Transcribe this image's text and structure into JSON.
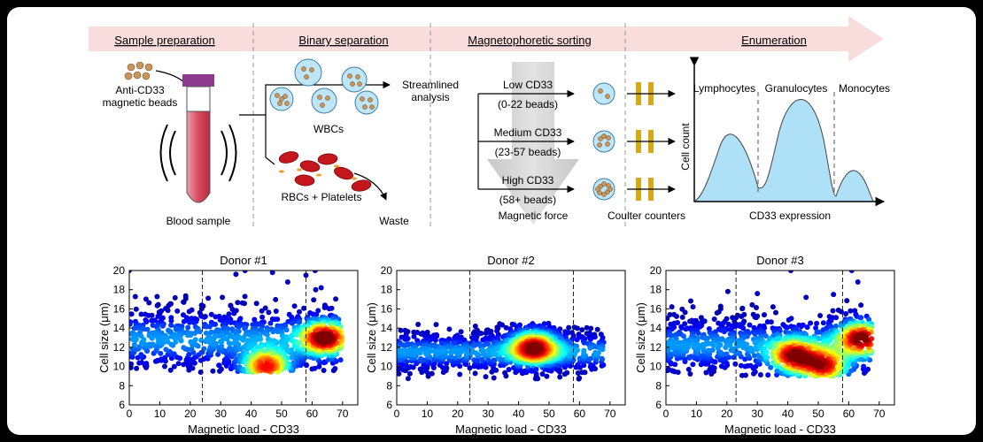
{
  "workflow": {
    "stages": [
      "Sample preparation",
      "Binary separation",
      "Magnetophoretic sorting",
      "Enumeration"
    ],
    "beads_label": [
      "Anti-CD33",
      "magnetic beads"
    ],
    "blood_sample": "Blood sample",
    "wbcs": "WBCs",
    "rbcs": "RBCs + Platelets",
    "waste": "Waste",
    "streamlined": [
      "Streamlined",
      "analysis"
    ],
    "sort_groups": [
      {
        "name": "Low CD33",
        "range": "(0-22 beads)"
      },
      {
        "name": "Medium CD33",
        "range": "(23-57 beads)"
      },
      {
        "name": "High CD33",
        "range": "(58+ beads)"
      }
    ],
    "magnetic_force": "Magnetic force",
    "coulter": "Coulter counters",
    "enumeration": {
      "populations": [
        "Lymphocytes",
        "Granulocytes",
        "Monocytes"
      ],
      "ylabel": "Cell count",
      "xlabel": "CD33 expression"
    }
  },
  "colors": {
    "stage_arrow": "#f9dcdc",
    "cell_fill": "#bfe6f6",
    "bead": "#c8955a",
    "rbc": "#c4161c",
    "platelet": "#f0a030",
    "coulter": "#d4aa17",
    "tube": "#d84a5e",
    "cap": "#8e3a8e"
  },
  "chart_data": [
    {
      "type": "scatter",
      "title": "Donor #1",
      "xlabel": "Magnetic load - CD33",
      "ylabel": "Cell size (μm)",
      "xlim": [
        0,
        75
      ],
      "ylim": [
        6,
        20
      ],
      "xticks": [
        0,
        10,
        20,
        30,
        40,
        50,
        60,
        70
      ],
      "yticks": [
        6,
        8,
        10,
        12,
        14,
        16,
        18,
        20
      ],
      "thresholds": [
        24,
        58
      ],
      "hotspots": [
        [
          45,
          10
        ],
        [
          64,
          13
        ]
      ],
      "colormap": "jet density"
    },
    {
      "type": "scatter",
      "title": "Donor #2",
      "xlabel": "Magnetic load - CD33",
      "ylabel": "Cell size (μm)",
      "xlim": [
        0,
        75
      ],
      "ylim": [
        6,
        20
      ],
      "xticks": [
        0,
        10,
        20,
        30,
        40,
        50,
        60,
        70
      ],
      "yticks": [
        6,
        8,
        10,
        12,
        14,
        16,
        18,
        20
      ],
      "thresholds": [
        24,
        58
      ],
      "hotspots": [
        [
          45,
          12
        ]
      ],
      "colormap": "jet density"
    },
    {
      "type": "scatter",
      "title": "Donor #3",
      "xlabel": "Magnetic load - CD33",
      "ylabel": "Cell size (μm)",
      "xlim": [
        0,
        75
      ],
      "ylim": [
        6,
        20
      ],
      "xticks": [
        0,
        10,
        20,
        30,
        40,
        50,
        60,
        70
      ],
      "yticks": [
        6,
        8,
        10,
        12,
        14,
        16,
        18,
        20
      ],
      "thresholds": [
        23,
        58
      ],
      "hotspots": [
        [
          42,
          11
        ],
        [
          52,
          10
        ],
        [
          64,
          13
        ]
      ],
      "colormap": "jet density"
    }
  ]
}
